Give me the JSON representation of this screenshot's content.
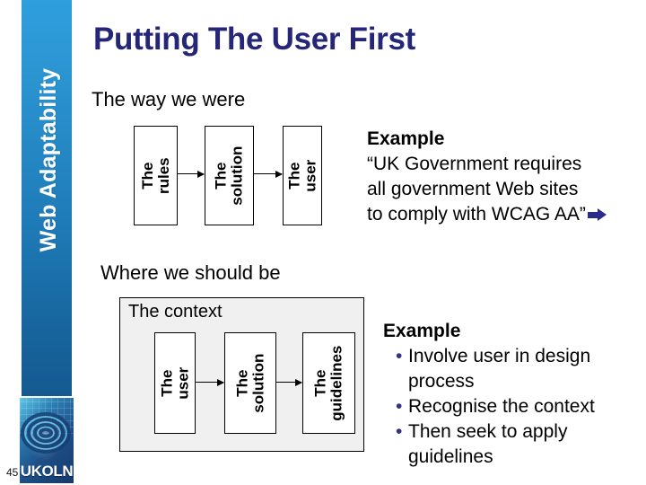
{
  "slide": {
    "number": "45",
    "title": "Putting The User First",
    "sidebar_label": "Web Adaptability",
    "logo_wordmark": "UKOLN",
    "accent_navy": "#262678",
    "accent_blue": "#2a2a8c",
    "sidebar_blue": "#1f7cb8",
    "panel_fill": "#f0f0f0"
  },
  "section_a": {
    "heading": "The way we were",
    "flow": [
      {
        "label": "The rules"
      },
      {
        "label": "The\nsolution"
      },
      {
        "label": "The user"
      }
    ],
    "example": {
      "head": "Example",
      "lines": [
        "“UK Government requires",
        "all government Web sites",
        "to comply with WCAG AA”"
      ],
      "trailing_icon": "right-arrow-icon"
    }
  },
  "section_b": {
    "heading": "Where we should be",
    "panel_title": "The context",
    "flow": [
      {
        "label": "The user"
      },
      {
        "label": "The\nsolution"
      },
      {
        "label": "The\nguidelines"
      }
    ],
    "example": {
      "head": "Example",
      "bullets": [
        "Involve user in design process",
        "Recognise the context",
        "Then seek to apply guidelines"
      ],
      "bullet_glyph": "•"
    }
  }
}
